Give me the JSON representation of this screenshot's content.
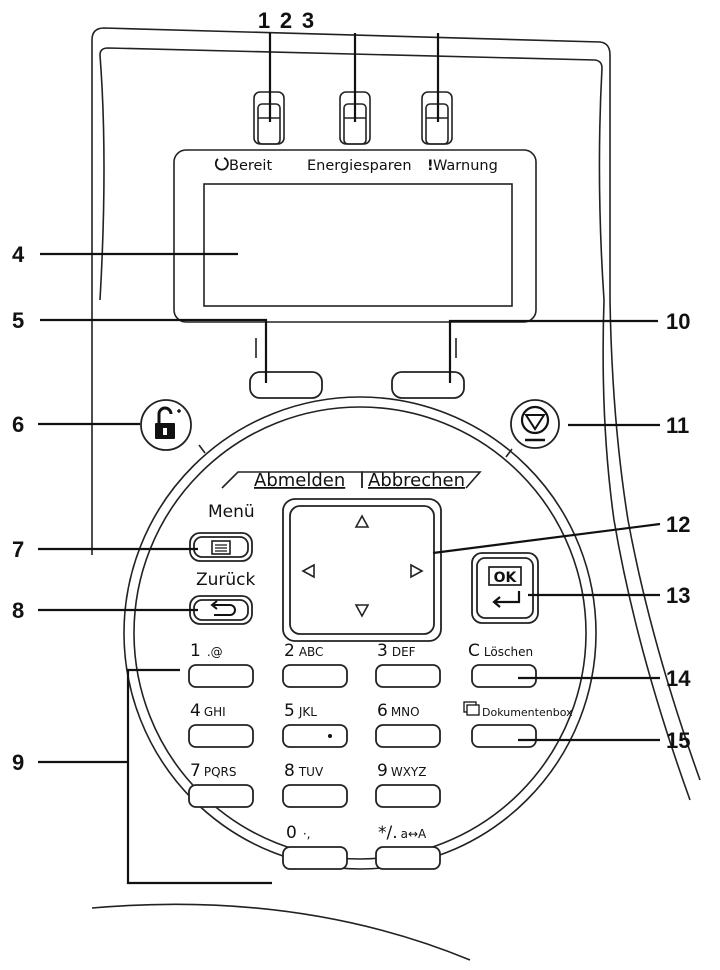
{
  "indicators": {
    "ready": "Bereit",
    "energy": "Energiesparen",
    "warning": "Warnung"
  },
  "callouts": {
    "c1": "1",
    "c2": "2",
    "c3": "3",
    "c4": "4",
    "c5": "5",
    "c6": "6",
    "c7": "7",
    "c8": "8",
    "c9": "9",
    "c10": "10",
    "c11": "11",
    "c12": "12",
    "c13": "13",
    "c14": "14",
    "c15": "15"
  },
  "tabs": {
    "logout": "Abmelden",
    "cancel": "Abbrechen"
  },
  "keys": {
    "menu": "Menü",
    "back": "Zurück",
    "ok": "OK",
    "clear_num": "C",
    "clear": "Löschen",
    "docbox": "Dokumentenbox",
    "k1": "1",
    "k1s": ".@",
    "k2": "2",
    "k2s": "ABC",
    "k3": "3",
    "k3s": "DEF",
    "k4": "4",
    "k4s": "GHI",
    "k5": "5",
    "k5s": "JKL",
    "k6": "6",
    "k6s": "MNO",
    "k7": "7",
    "k7s": "PQRS",
    "k8": "8",
    "k8s": "TUV",
    "k9": "9",
    "k9s": "WXYZ",
    "k0": "0",
    "k0s": "·,",
    "kstar": "*/.",
    "kstars": "a↔A"
  },
  "icons": {
    "power": "power-icon",
    "moon": "moon-icon",
    "warning": "exclamation-icon",
    "lock": "lock-icon",
    "stop": "stop-icon",
    "menu": "menu-icon",
    "back": "back-arrow-icon",
    "enter": "enter-arrow-icon",
    "docbox": "document-box-icon"
  }
}
